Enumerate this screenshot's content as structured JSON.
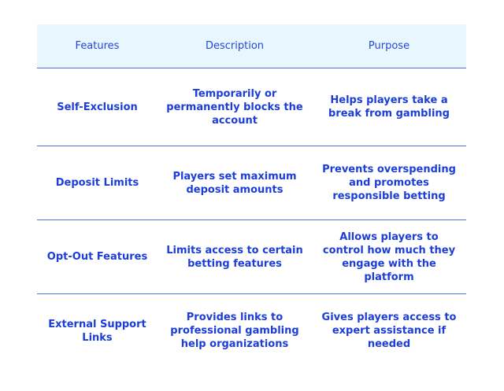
{
  "headers": [
    "Features",
    "Description",
    "Purpose"
  ],
  "rows": [
    {
      "feature": "Self-Exclusion",
      "description": "Temporarily or permanently blocks the account",
      "purpose": "Helps players take a break from gambling"
    },
    {
      "feature": "Deposit Limits",
      "description": "Players set maximum deposit amounts",
      "purpose": "Prevents overspending and promotes responsible betting"
    },
    {
      "feature": "Opt-Out Features",
      "description": "Limits access to certain betting features",
      "purpose": "Allows players to control how much they engage with the platform"
    },
    {
      "feature": "External Support Links",
      "description": "Provides links to professional gambling help organizations",
      "purpose": "Gives players access to expert assistance if needed"
    }
  ]
}
